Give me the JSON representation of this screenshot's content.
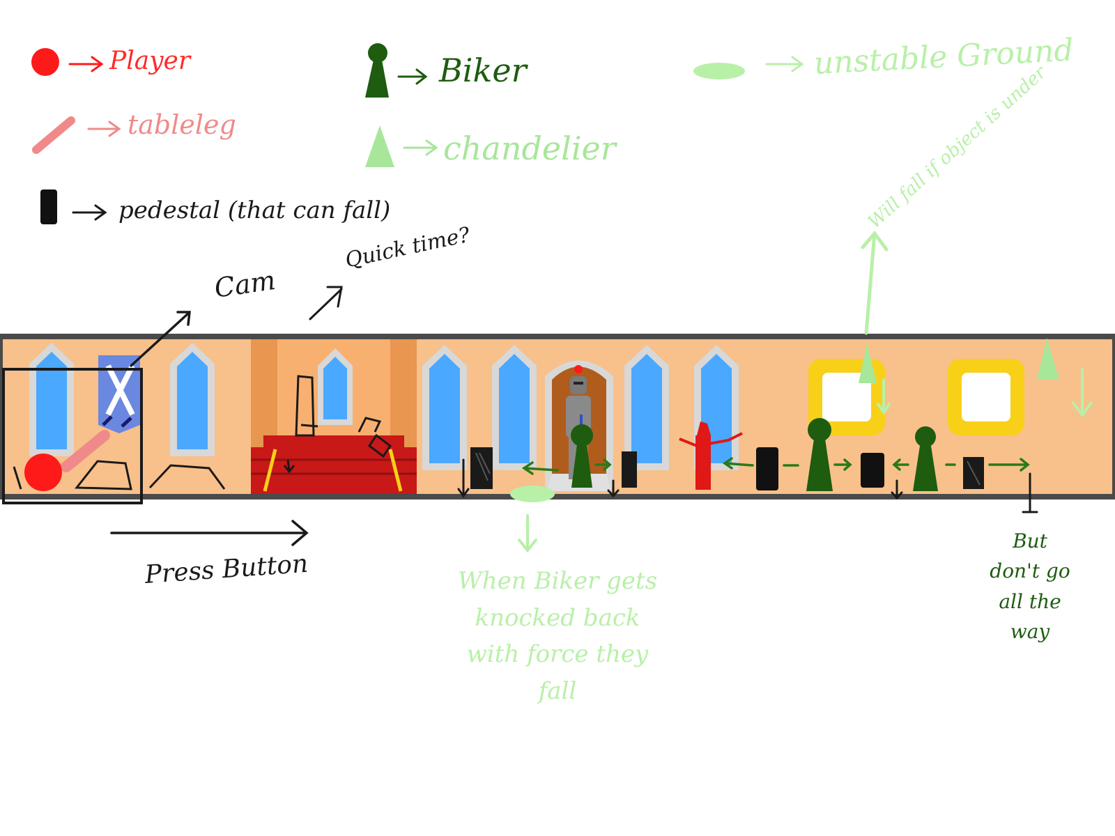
{
  "legend": {
    "player": {
      "label": "Player",
      "color": "#ff1a1a",
      "icon": "red-circle-icon"
    },
    "table_leg": {
      "label": "tableleg",
      "color": "#f08a8a",
      "icon": "pink-stroke-icon"
    },
    "pedestal": {
      "label": "pedestal (that can fall)",
      "color": "#111111",
      "icon": "black-pedestal-icon"
    },
    "biker": {
      "label": "Biker",
      "color": "#1e5c10",
      "icon": "green-pawn-icon"
    },
    "chandelier": {
      "label": "chandelier",
      "color": "#a8e69a",
      "icon": "green-triangle-icon"
    },
    "unstable_ground": {
      "label": "unstable Ground",
      "color": "#b8f0a8",
      "icon": "green-oval-icon"
    }
  },
  "notes": {
    "cam": "Cam",
    "quick_time": "Quick time?",
    "press_button": "Press Button",
    "will_fall": "Will fall if object is under",
    "when_biker": "When Biker gets knocked back with force they fall",
    "but_dont": "But don't go all the way"
  },
  "colors": {
    "wall": "#f8c08a",
    "floor_border": "#4a4a4a",
    "window_glass": "#4aa8ff",
    "window_frame": "#d8d8d8",
    "carpet": "#c81818",
    "frame_gold": "#f8d018",
    "hint_green": "#b8f0a8"
  }
}
